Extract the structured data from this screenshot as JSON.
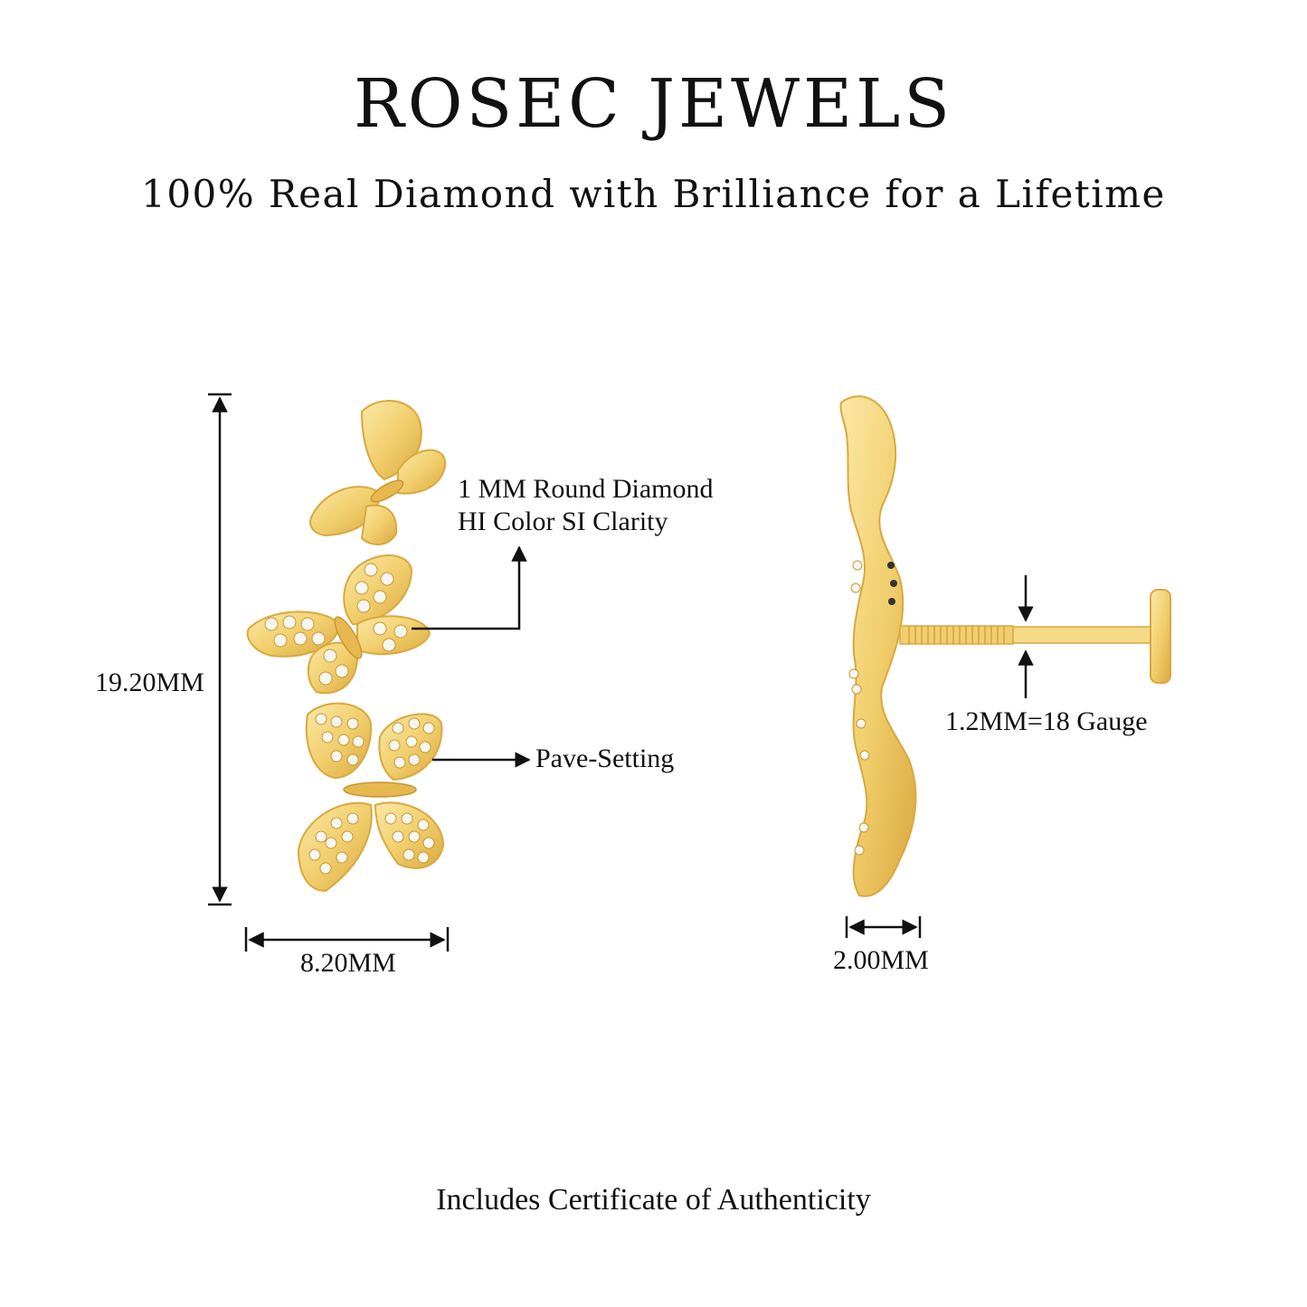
{
  "header": {
    "brand": "ROSEC JEWELS",
    "tagline": "100% Real Diamond with Brilliance for a Lifetime"
  },
  "front_view": {
    "height_label": "19.20MM",
    "width_label": "8.20MM",
    "diamond_label_line1": "1 MM Round Diamond",
    "diamond_label_line2": "HI Color SI Clarity",
    "setting_label": "Pave-Setting"
  },
  "side_view": {
    "depth_label": "2.00MM",
    "gauge_label": "1.2MM=18 Gauge"
  },
  "footer": {
    "text": "Includes Certificate of Authenticity"
  },
  "colors": {
    "gold": "#f2cf6e",
    "gold_dark": "#d9a93e",
    "gold_light": "#fbe8a6",
    "diamond": "#f7f7f2",
    "ink": "#111111"
  }
}
